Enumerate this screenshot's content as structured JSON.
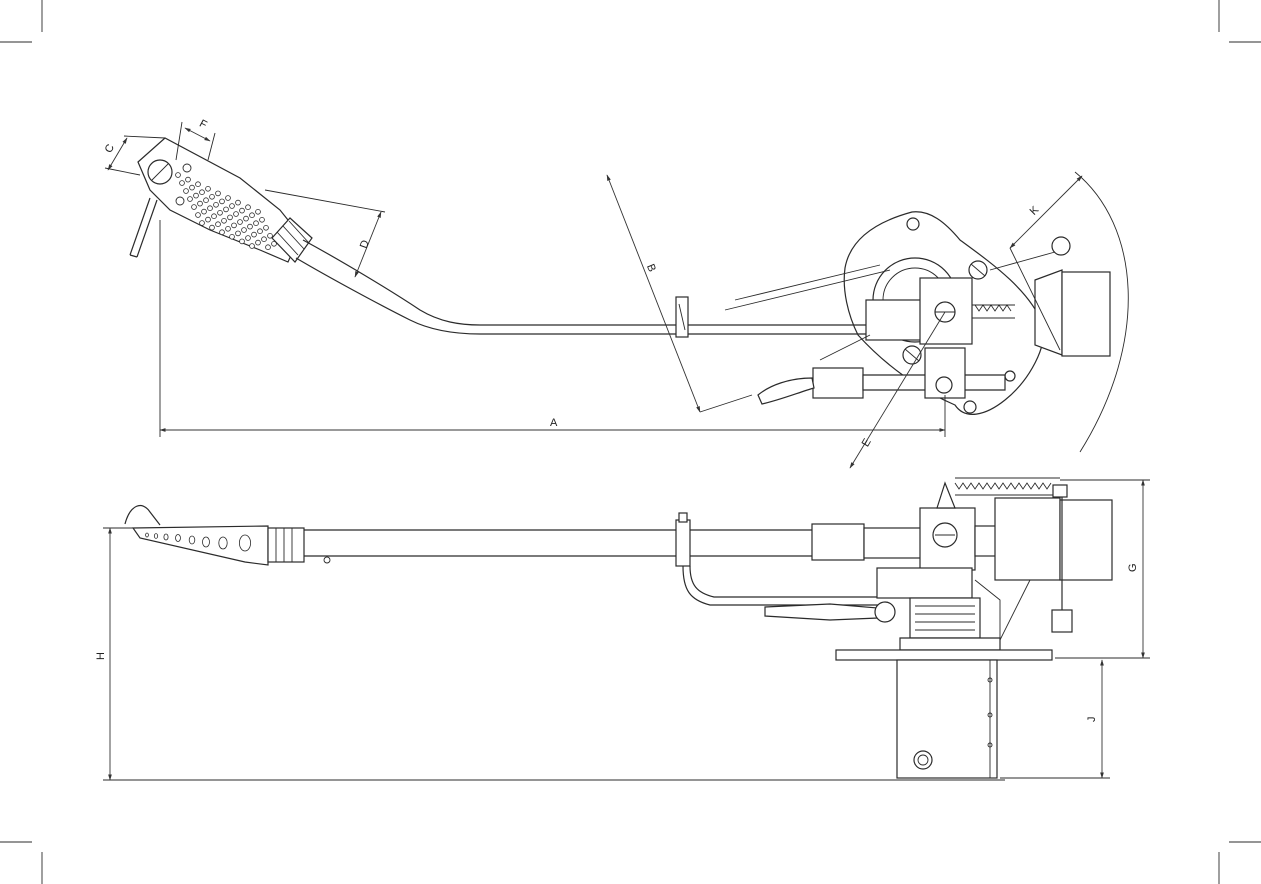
{
  "dimension_labels": {
    "a": "A",
    "b": "B",
    "c": "C",
    "d": "D",
    "e": "E",
    "f": "F",
    "g": "G",
    "h": "H",
    "j": "J",
    "k": "K"
  }
}
